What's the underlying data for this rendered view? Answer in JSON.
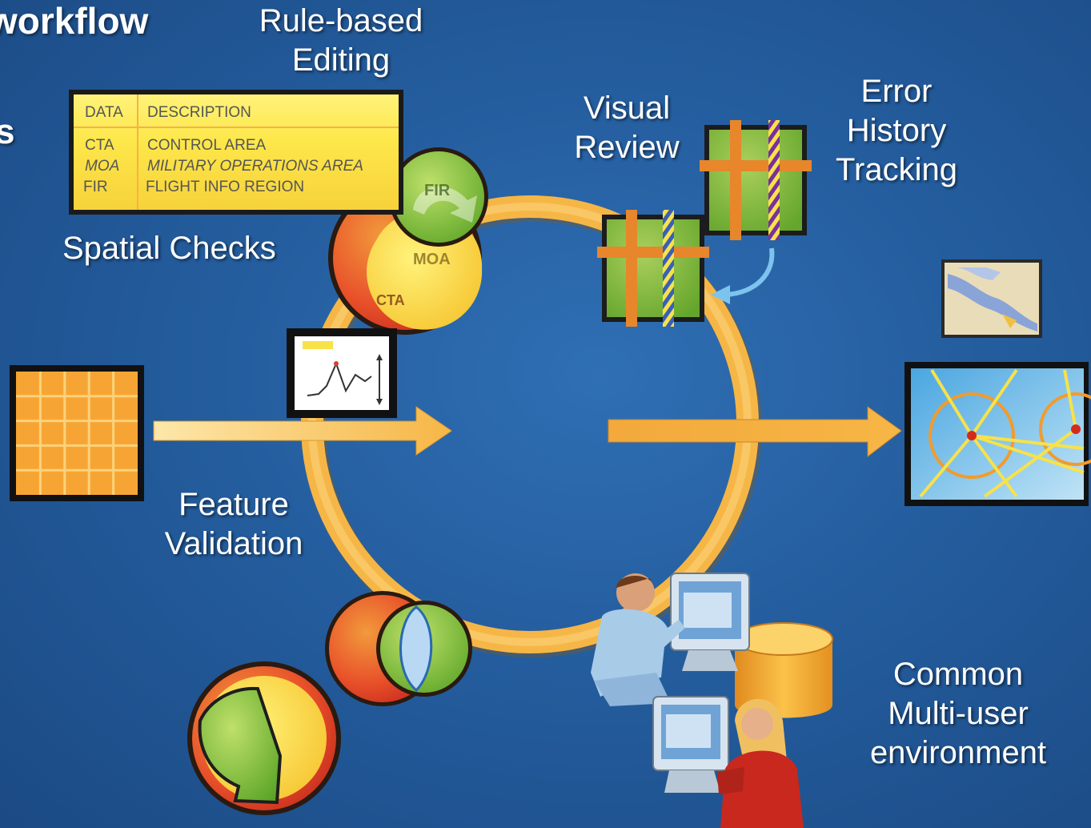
{
  "header": {
    "title_fragment": "workflow",
    "left_fragment": "s"
  },
  "labels": {
    "rule_based_editing": [
      "Rule-based",
      "Editing"
    ],
    "spatial_checks": "Spatial Checks",
    "visual_review": [
      "Visual",
      "Review"
    ],
    "error_history_tracking": [
      "Error",
      "History",
      "Tracking"
    ],
    "feature_validation": [
      "Feature",
      "Validation"
    ],
    "common_multi_user": [
      "Common",
      "Multi-user",
      "environment"
    ]
  },
  "data_table": {
    "headers": [
      "DATA",
      "DESCRIPTION"
    ],
    "rows": [
      [
        "CTA",
        "CONTROL AREA"
      ],
      [
        "MOA",
        "MILITARY OPERATIONS AREA"
      ],
      [
        "FIR",
        "FLIGHT INFO REGION"
      ]
    ]
  },
  "airspace_labels": {
    "fir": "FIR",
    "moa": "MOA",
    "cta": "CTA"
  },
  "colors": {
    "background": "#245d9e",
    "ring": "#f6b646",
    "arrow": "#fbd88a",
    "grid": "#f19b2c",
    "label": "#ffffff"
  },
  "icons": [
    "spatial-checks-venn-icon",
    "profile-chart-icon",
    "grid-icon",
    "map-thumbnail-icon",
    "map-display-icon",
    "review-grid-icon",
    "error-history-grid-icon",
    "feature-validation-venn-icon",
    "pie-icon",
    "users-computers-icon",
    "database-icon"
  ]
}
